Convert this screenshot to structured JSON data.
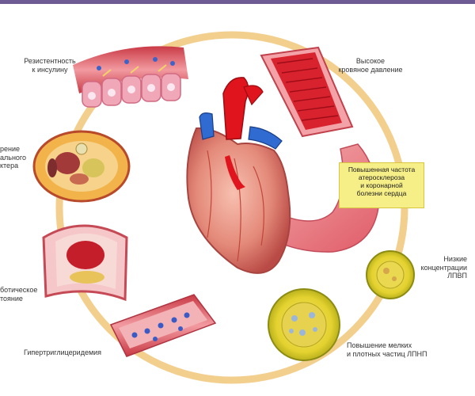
{
  "labels": {
    "insulin_resistance": "Резистентность\nк инсулину",
    "high_bp": "Высокое\nкровяное давление",
    "abdominal_obesity": "рение\nального\nктера",
    "prothrombotic": "ботическое\nтояние",
    "hypertriglyceridemia": "Гипертриглицеридемия",
    "atherosclerosis_callout": "Повышенная частота\nатеросклероза\nи коронарной\nболезни сердца",
    "low_hdl": "Низкие\nконцентрации\nЛПВП",
    "small_ldl": "Повышение мелких\nи плотных частиц ЛПНП"
  },
  "colors": {
    "ring": "#f3cf8e",
    "vessel_wall": "#e8737c",
    "artery": "#e0141c",
    "vein": "#2f6bd0",
    "lipoprotein": "#d8d216",
    "callout_bg": "#f6ee86"
  }
}
